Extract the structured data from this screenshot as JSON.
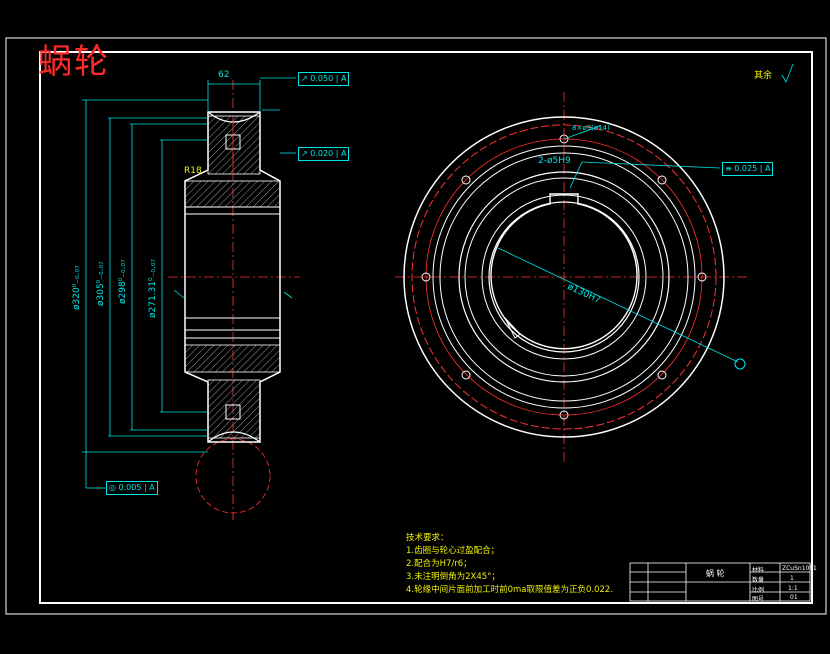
{
  "title": "蜗轮",
  "roughness_note": "其余",
  "technical_requirements": {
    "heading": "技术要求：",
    "items": [
      "1.齿圈与轮心过盈配合；",
      "2.配合为H7/r6；",
      "3.未注明倒角为2X45°；",
      "4.轮缘中间片面前加工时前0ma取限值差为正负0.022."
    ]
  },
  "dimensions": {
    "d1": "ø320⁰₋₀.₀₇",
    "d2": "ø305⁰₋₀.₀₇",
    "d3": "ø298⁰₋₀.₀₇",
    "d4": "ø271.31⁰₋₀.₀₇",
    "top_width": "62",
    "hub_note": "R18",
    "pcd_note": "ø130H7",
    "bolt_note": "2-ø5H9",
    "hole_note": "8×ø9(ø14)"
  },
  "tolerance_frames": {
    "runout_1": "0.050",
    "runout_2": "0.020",
    "parallel": "0.025",
    "concentric": "0.005",
    "datum": "A"
  },
  "title_block": {
    "name": "蜗 轮",
    "fields": [
      "材料",
      "数量",
      "比例",
      "图号"
    ],
    "values": [
      "ZCuSn10P1",
      "1",
      "1:1",
      "01"
    ]
  }
}
